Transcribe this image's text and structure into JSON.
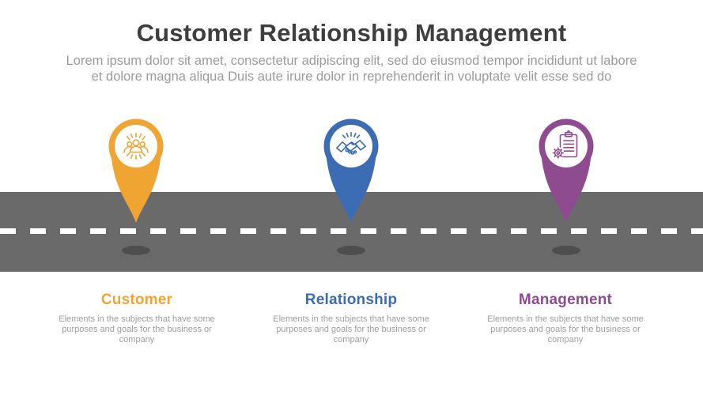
{
  "page": {
    "background_color": "#ffffff"
  },
  "header": {
    "title": "Customer Relationship Management",
    "subtitle_lines": [
      "Lorem ipsum dolor sit amet, consectetur adipiscing elit, sed do eiusmod tempor incididunt ut labore",
      "et dolore magna aliqua Duis aute irure dolor in reprehenderit in voluptate velit esse sed do"
    ]
  },
  "road": {
    "color": "#6a6a6a",
    "dash_color": "#ffffff",
    "shadow_color": "#4e4e4e"
  },
  "items": [
    {
      "label": "Customer",
      "description": "Elements in the subjects that have some purposes and goals for the business or company",
      "color": "#f0a431",
      "icon": "people-group-icon"
    },
    {
      "label": "Relationship",
      "description": "Elements in the subjects that have some purposes and goals for the business or company",
      "color": "#3c6cb4",
      "icon": "handshake-icon"
    },
    {
      "label": "Management",
      "description": "Elements in the subjects that have some purposes and goals for the business or company",
      "color": "#8e4b90",
      "icon": "clipboard-gear-icon"
    }
  ]
}
